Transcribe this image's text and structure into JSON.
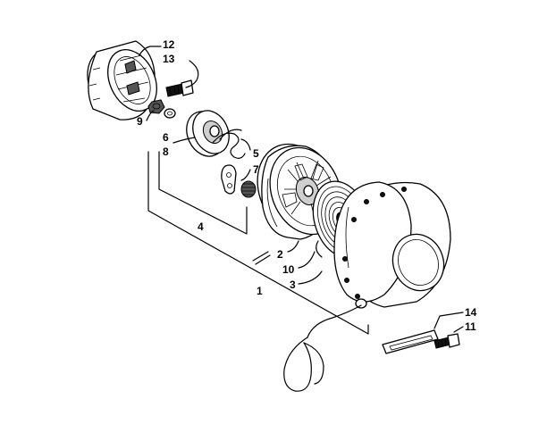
{
  "callouts": [
    {
      "id": "c12",
      "text": "12"
    },
    {
      "id": "c13",
      "text": "13"
    },
    {
      "id": "c9",
      "text": "9"
    },
    {
      "id": "c6",
      "text": "6"
    },
    {
      "id": "c8",
      "text": "8"
    },
    {
      "id": "c5",
      "text": "5"
    },
    {
      "id": "c7",
      "text": "7"
    },
    {
      "id": "c4",
      "text": "4"
    },
    {
      "id": "c2",
      "text": "2"
    },
    {
      "id": "c10",
      "text": "10"
    },
    {
      "id": "c3",
      "text": "3"
    },
    {
      "id": "c1",
      "text": "1"
    },
    {
      "id": "c14",
      "text": "14"
    },
    {
      "id": "c11",
      "text": "11"
    }
  ]
}
